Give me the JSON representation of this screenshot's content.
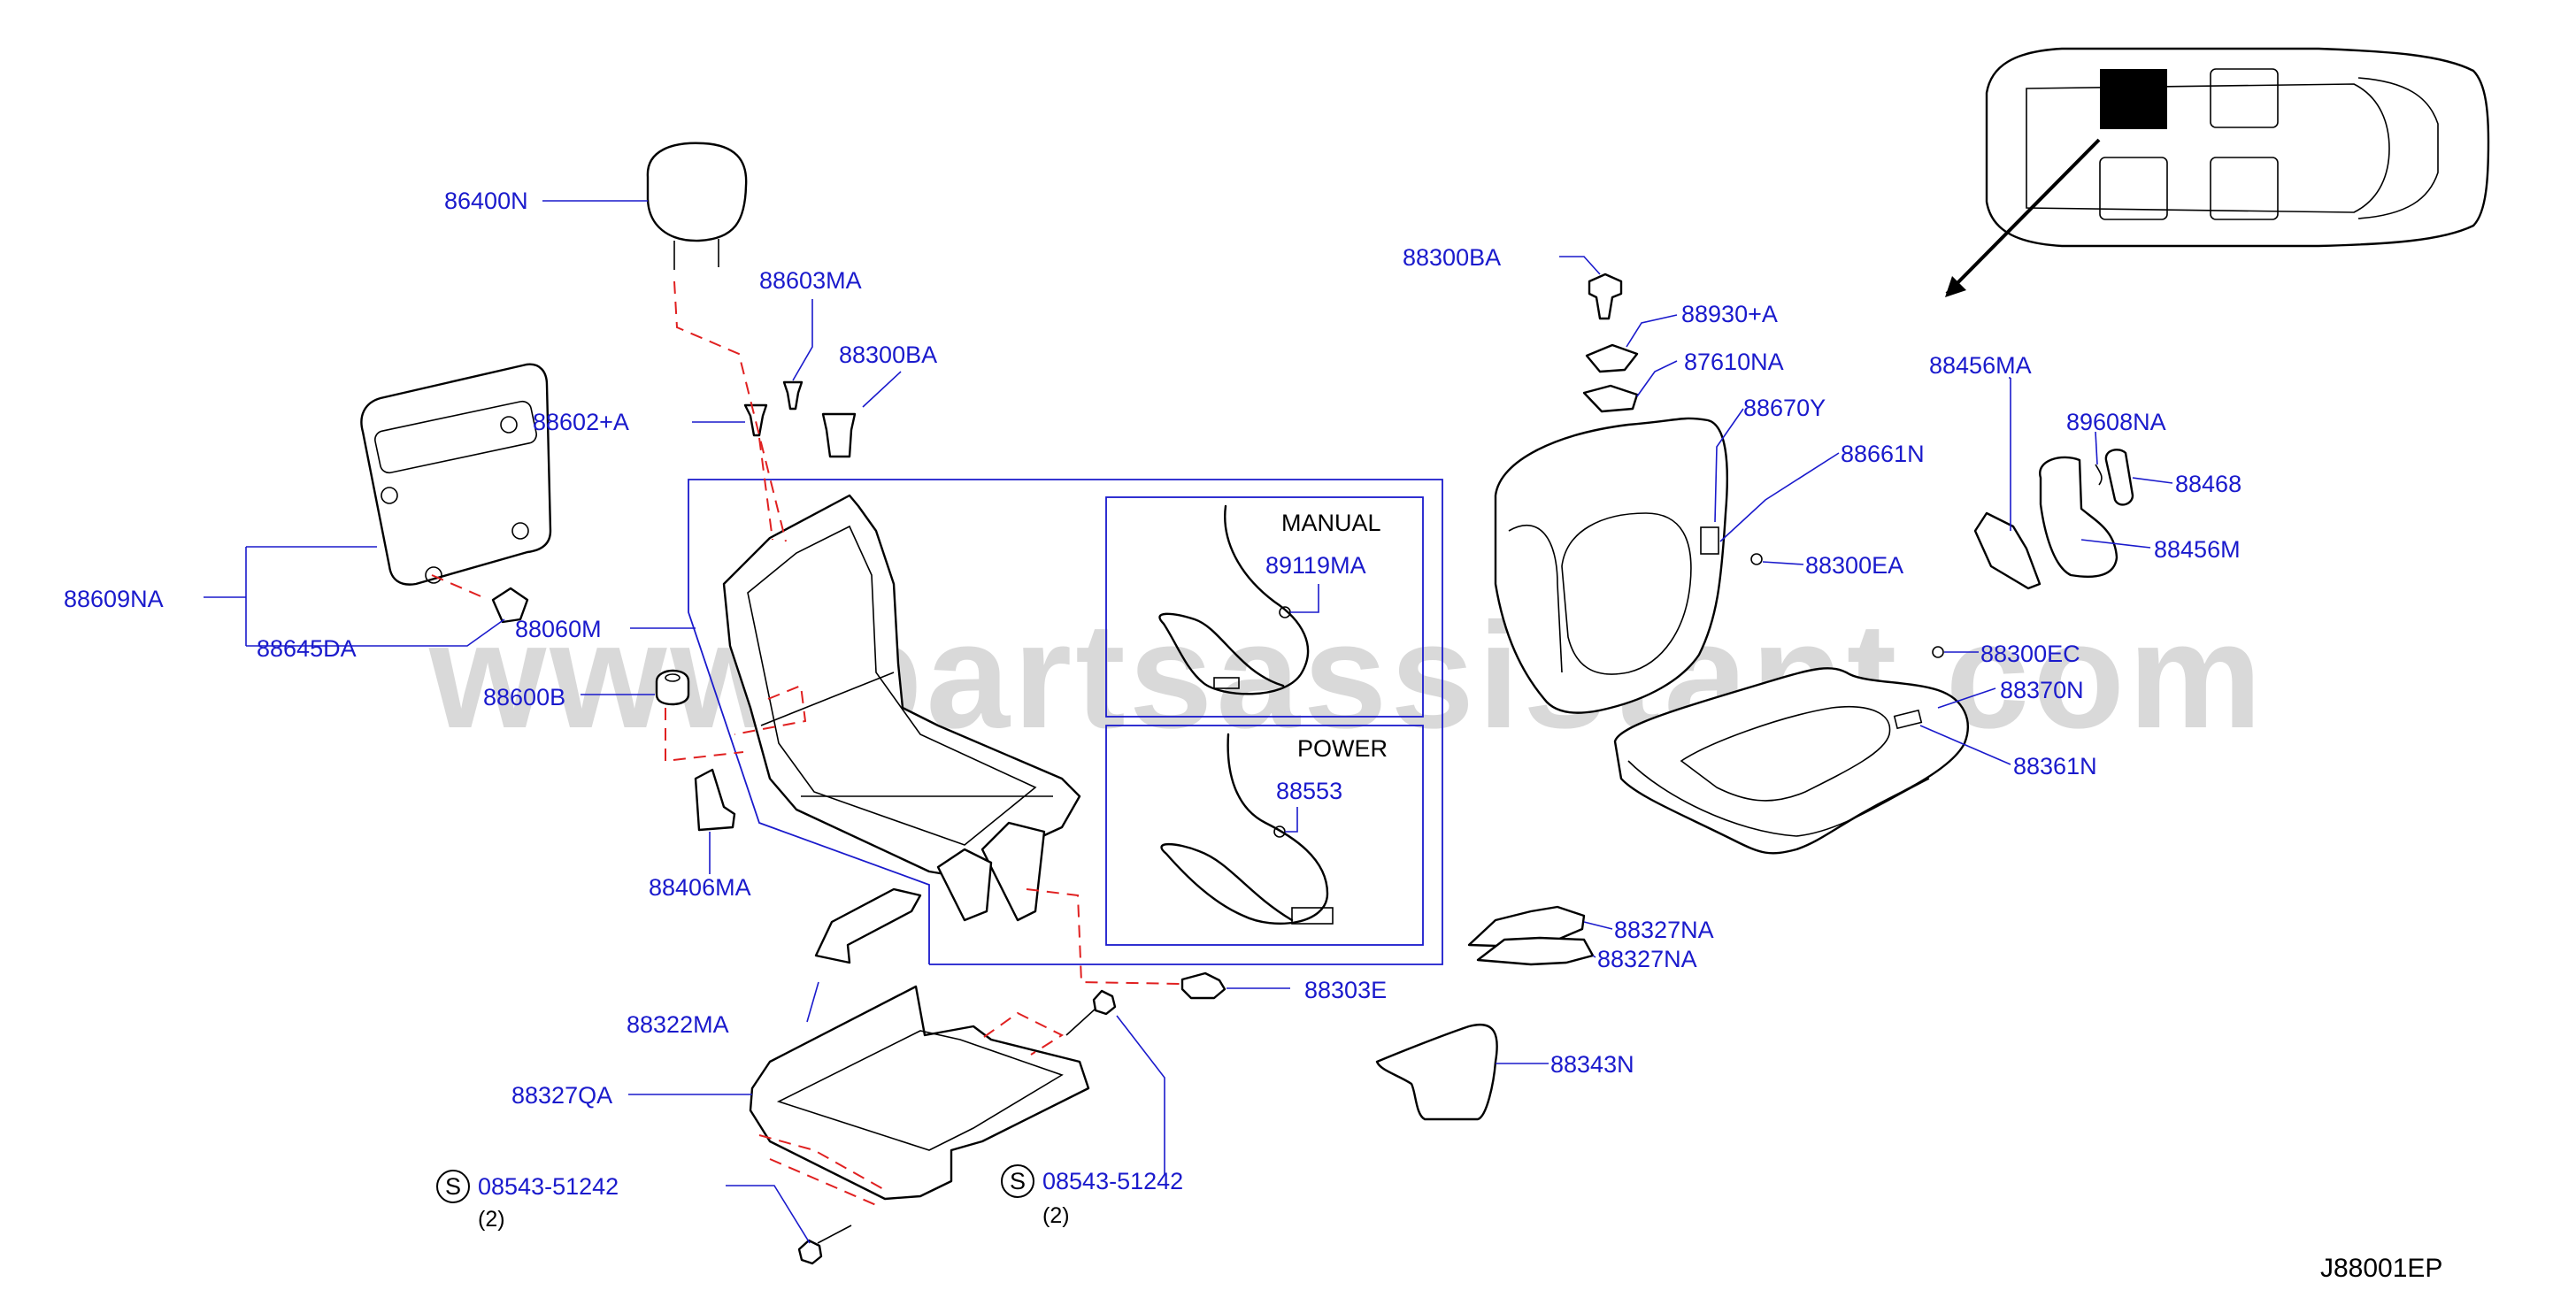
{
  "watermark": "www.partsassistant.com",
  "diagram_code": "J88001EP",
  "colors": {
    "label": "#1a1acc",
    "leader": "#1a1acc",
    "dashed": "#e02020",
    "outline": "#000000",
    "watermark": "#d9d9d9"
  },
  "insets": {
    "manual_title": "MANUAL",
    "power_title": "POWER"
  },
  "parts": {
    "p86400N": "86400N",
    "p88603MA": "88603MA",
    "p88300BA_left": "88300BA",
    "p88602A": "88602+A",
    "p88609NA": "88609NA",
    "p88645DA": "88645DA",
    "p88060M": "88060M",
    "p88600B": "88600B",
    "p88406MA": "88406MA",
    "p88322MA": "88322MA",
    "p88327QA": "88327QA",
    "p88303E": "88303E",
    "p89119MA": "89119MA",
    "p88553": "88553",
    "p88300BA_right": "88300BA",
    "p88930A": "88930+A",
    "p87610NA": "87610NA",
    "p88670Y": "88670Y",
    "p88661N": "88661N",
    "p88300EA": "88300EA",
    "p88300EC": "88300EC",
    "p88370N": "88370N",
    "p88361N": "88361N",
    "p88327NA_1": "88327NA",
    "p88327NA_2": "88327NA",
    "p88343N": "88343N",
    "p88456MA": "88456MA",
    "p89608NA": "89608NA",
    "p88468": "88468",
    "p88456M": "88456M"
  },
  "standard_parts": [
    {
      "symbol": "S",
      "number": "08543-51242",
      "qty": "(2)"
    },
    {
      "symbol": "S",
      "number": "08543-51242",
      "qty": "(2)"
    }
  ]
}
